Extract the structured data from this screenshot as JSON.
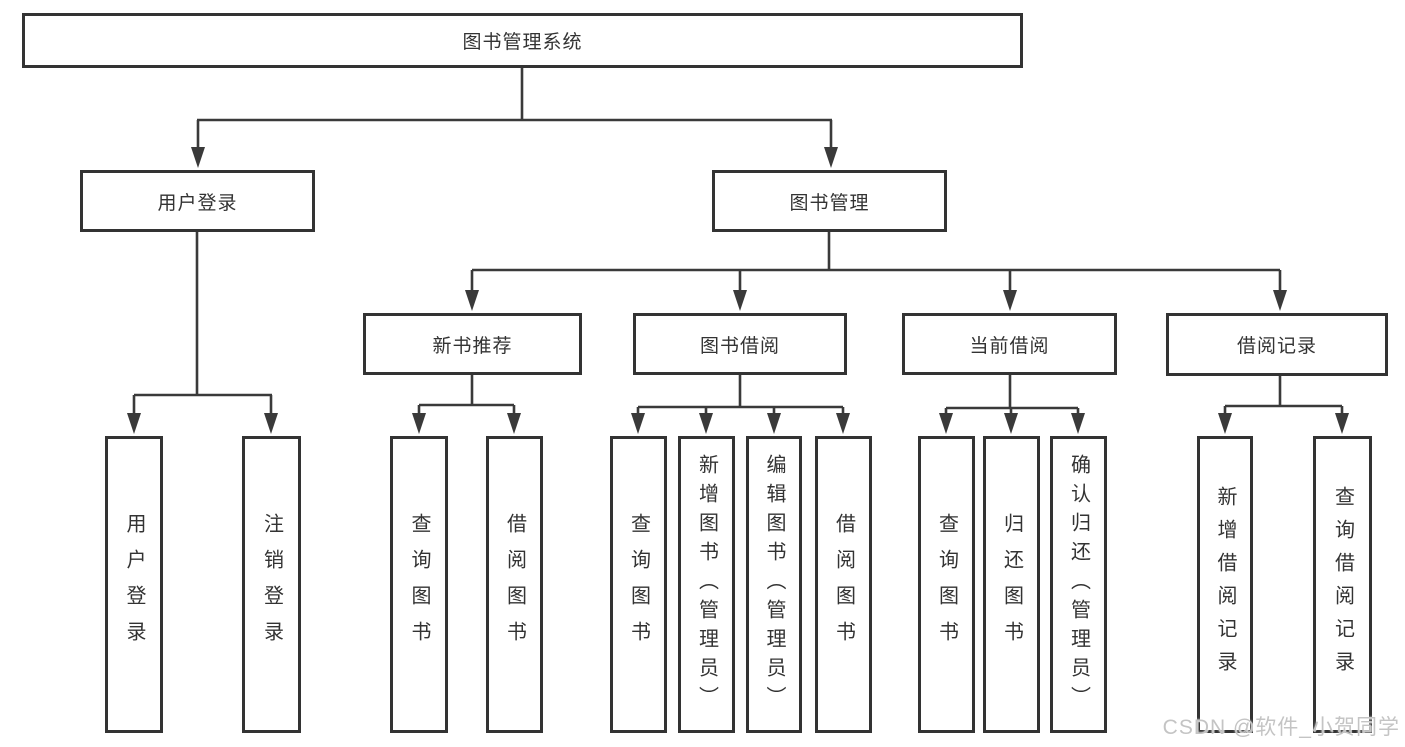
{
  "diagram": {
    "type": "tree",
    "root": {
      "label": "图书管理系统"
    },
    "level2": {
      "user_login": {
        "label": "用户登录"
      },
      "book_mgmt": {
        "label": "图书管理"
      }
    },
    "level3": {
      "new_book_rec": {
        "label": "新书推荐"
      },
      "book_borrow": {
        "label": "图书借阅"
      },
      "current_borrow": {
        "label": "当前借阅"
      },
      "borrow_record": {
        "label": "借阅记录"
      }
    },
    "leaves": {
      "user_login": {
        "label": "用户登录"
      },
      "logout": {
        "label": "注销登录"
      },
      "rec_query_book": {
        "label": "查询图书"
      },
      "rec_borrow_book": {
        "label": "借阅图书"
      },
      "bb_query_book": {
        "label": "查询图书"
      },
      "bb_add_book": {
        "label": "新增图书（管理员）"
      },
      "bb_edit_book": {
        "label": "编辑图书（管理员）"
      },
      "bb_borrow_book": {
        "label": "借阅图书"
      },
      "cb_query_book": {
        "label": "查询图书"
      },
      "cb_return_book": {
        "label": "归还图书"
      },
      "cb_confirm_return": {
        "label": "确认归还（管理员）"
      },
      "br_add_record": {
        "label": "新增借阅记录"
      },
      "br_query_record": {
        "label": "查询借阅记录"
      }
    },
    "watermark": "CSDN @软件_小贺同学",
    "colors": {
      "line": "#3a3a3a",
      "box_border": "#333333",
      "text": "#333333",
      "watermark": "#c4c4c4",
      "background": "#ffffff"
    }
  }
}
